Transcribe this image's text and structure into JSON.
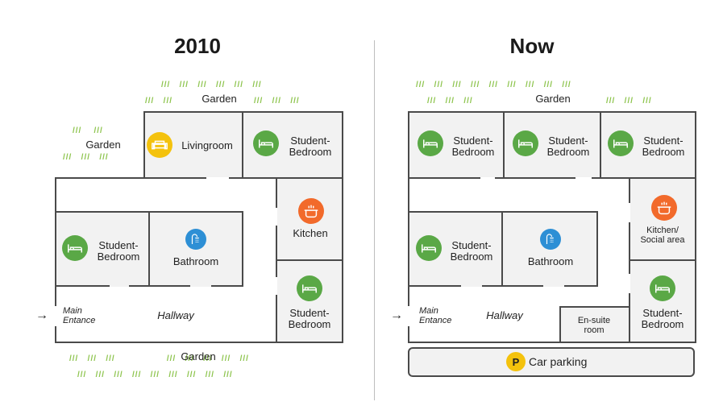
{
  "maps": {
    "left": {
      "title": "2010",
      "labels": {
        "garden_top": "Garden",
        "garden_left": "Garden",
        "garden_bottom": "Garden",
        "livingroom": "Livingroom",
        "student_bedroom_tr": "Student-\nBedroom",
        "kitchen": "Kitchen",
        "student_bedroom_l": "Student-\nBedroom",
        "bathroom": "Bathroom",
        "hallway": "Hallway",
        "main_entrance": "Main\nEntance",
        "student_bedroom_br": "Student-\nBedroom"
      }
    },
    "right": {
      "title": "Now",
      "labels": {
        "garden_top": "Garden",
        "student_bedroom_1": "Student-\nBedroom",
        "student_bedroom_2": "Student-\nBedroom",
        "student_bedroom_3": "Student-\nBedroom",
        "kitchen_social": "Kitchen/\nSocial area",
        "student_bedroom_l": "Student-\nBedroom",
        "bathroom": "Bathroom",
        "hallway": "Hallway",
        "main_entrance": "Main\nEntance",
        "ensuite": "En-suite\nroom",
        "student_bedroom_br": "Student-\nBedroom",
        "car_parking": "Car parking",
        "parking_symbol": "P"
      }
    }
  },
  "icons": {
    "bed": "bed-icon",
    "sofa": "sofa-icon",
    "kitchen": "cooking-pot-icon",
    "shower": "shower-icon",
    "parking": "parking-icon"
  },
  "colors": {
    "green": "#5aa846",
    "yellow": "#f4c20d",
    "orange": "#f26a2b",
    "blue": "#2d8fd5",
    "wall": "#4a4a4a",
    "room": "#f2f2f2",
    "grass": "#8bc34a"
  }
}
